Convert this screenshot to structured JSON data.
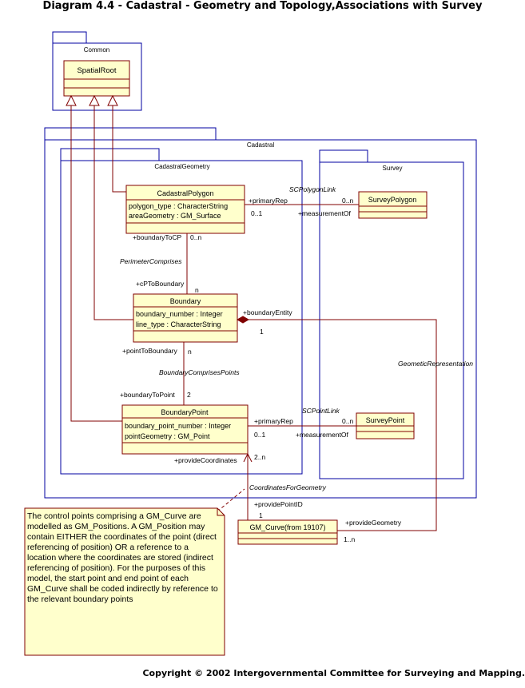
{
  "title": "Diagram 4.4 - Cadastral - Geometry and Topology,Associations with Survey",
  "footer": "Copyright © 2002 Intergovernmental Committee for Surveying and Mapping.",
  "packages": {
    "common": "Common",
    "cadastral": "Cadastral",
    "cadastral_geometry": "CadastralGeometry",
    "survey": "Survey"
  },
  "classes": {
    "spatial_root": {
      "name": "SpatialRoot"
    },
    "cadastral_polygon": {
      "name": "CadastralPolygon",
      "attrs": [
        "polygon_type : CharacterString",
        "areaGeometry : GM_Surface"
      ]
    },
    "boundary": {
      "name": "Boundary",
      "attrs": [
        "boundary_number : Integer",
        "line_type : CharacterString"
      ]
    },
    "boundary_point": {
      "name": "BoundaryPoint",
      "attrs": [
        "boundary_point_number : Integer",
        "pointGeometry : GM_Point"
      ]
    },
    "survey_polygon": {
      "name": "SurveyPolygon"
    },
    "survey_point": {
      "name": "SurveyPoint"
    },
    "gm_curve": {
      "name": "GM_Curve(from 19107)"
    }
  },
  "labels": {
    "sc_polygon_link": "SCPolygonLink",
    "primary_rep_1": "+primaryRep",
    "mult_0n_1": "0..n",
    "mult_01_1": "0..1",
    "measurement_of_1": "+measurementOf",
    "boundary_to_cp": "+boundaryToCP",
    "mult_0n_2": "0..n",
    "perimeter_comprises": "PerimeterComprises",
    "cp_to_boundary": "+cPToBoundary",
    "mult_n_1": "n",
    "boundary_entity": "+boundaryEntity",
    "mult_1_be": "1",
    "geometric_representation": "GeometicRepresentation",
    "point_to_boundary": "+pointToBoundary",
    "mult_n_2": "n",
    "boundary_comprises_points": "BoundaryComprisesPoints",
    "boundary_to_point": "+boundaryToPoint",
    "mult_2": "2",
    "sc_point_link": "SCPointLink",
    "primary_rep_2": "+primaryRep",
    "mult_0n_3": "0..n",
    "mult_01_2": "0..1",
    "measurement_of_2": "+measurementOf",
    "provide_coordinates": "+provideCoordinates",
    "mult_2n": "2..n",
    "coordinates_for_geometry": "CoordinatesForGeometry",
    "provide_point_id": "+providePointID",
    "mult_1_pp": "1",
    "provide_geometry": "+provideGeometry",
    "mult_1n": "1..n"
  },
  "note": "The control points comprising a GM_Curve are  modelled as GM_Positions. A GM_Position may contain EITHER  the coordinates of the point (direct referencing of position) OR a reference to a location where the coordinates are stored (indirect referencing of position). For the purposes of this model, the start point and end point of each GM_Curve shall be coded indirectly by reference to the relevant boundary points",
  "colors": {
    "package_border": "#0000a0",
    "class_fill": "#ffffcc",
    "class_border": "#800000",
    "line": "#800000"
  }
}
